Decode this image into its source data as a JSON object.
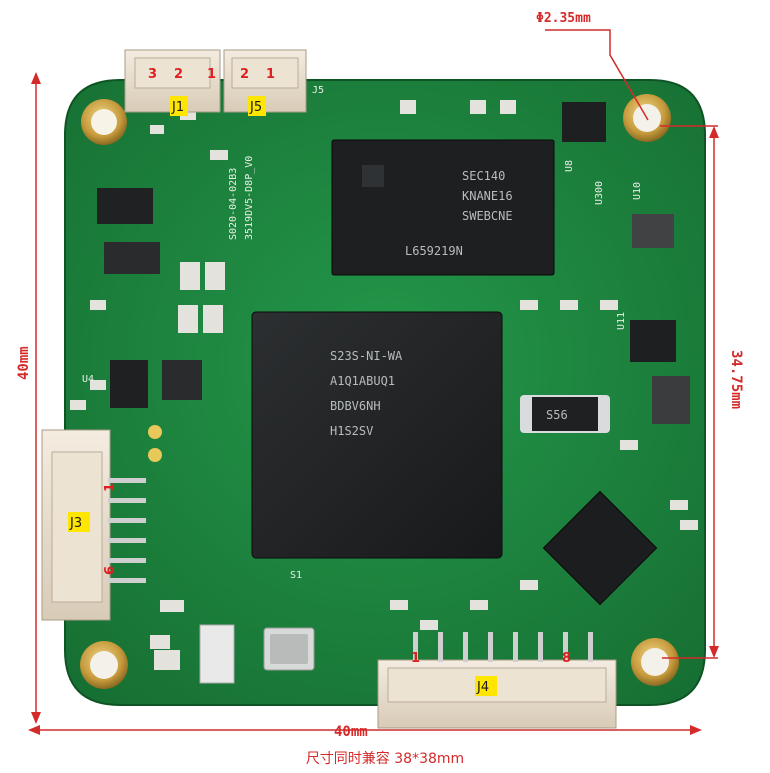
{
  "dimensions": {
    "hole_diameter": "Φ2.35mm",
    "height": "40mm",
    "width": "40mm",
    "hole_spacing": "34.75mm"
  },
  "connectors": {
    "j1": {
      "label": "J1",
      "pins": [
        "3",
        "2",
        "1"
      ]
    },
    "j5": {
      "label": "J5",
      "pins": [
        "2",
        "1"
      ]
    },
    "j3": {
      "label": "J3",
      "pin_first": "1",
      "pin_last": "6"
    },
    "j4": {
      "label": "J4",
      "pin_first": "1",
      "pin_last": "8"
    }
  },
  "silkscreen": {
    "j5_mark": "J5",
    "board_id": "S020-04-02B3",
    "board_rev": "3519DV5-D8P_V0",
    "u8": "U8",
    "u300": "U300",
    "u10": "U10",
    "s1": "S1",
    "u11": "U11",
    "u4": "U4"
  },
  "flash_chip": {
    "line1": "SEC140",
    "line2": "KNANE16",
    "line3": "SWEBCNE",
    "line4": "L659219N"
  },
  "soc_chip": {
    "line1": "S23S-NI-WA",
    "line2": "A1Q1ABUQ1",
    "line3": "BDBV6NH",
    "line4": "H1S2SV"
  },
  "diode_mark": "S56",
  "caption": "尺寸同时兼容 38*38mm",
  "colors": {
    "pcb": "#1e8a3e",
    "pcb_dark": "#176e31",
    "annotation": "#d42a2a",
    "label_bg": "#ffe600"
  }
}
